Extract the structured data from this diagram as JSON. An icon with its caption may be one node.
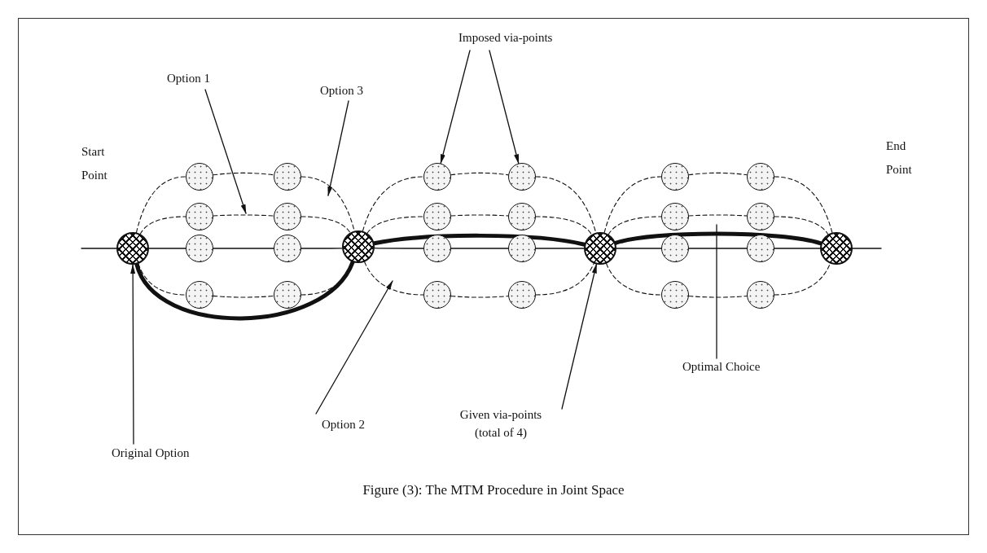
{
  "diagram": {
    "caption": "Figure (3): The MTM Procedure in Joint Space",
    "nodes": [
      {
        "text": [
          "Imposed via-points"
        ]
      },
      {
        "text": [
          "Option 1"
        ]
      },
      {
        "text": [
          "Option 3"
        ]
      },
      {
        "text": [],
        "shape": "circle"
      },
      {
        "text": [],
        "shape": "circle"
      },
      {
        "text": [],
        "shape": "circle"
      },
      {
        "text": [],
        "shape": "circle"
      },
      {
        "text": [],
        "shape": "circle"
      },
      {
        "text": [],
        "shape": "circle"
      },
      {
        "text": [],
        "shape": "circle"
      },
      {
        "text": [],
        "shape": "circle"
      },
      {
        "text": [],
        "shape": "circle"
      },
      {
        "text": [],
        "shape": "circle"
      },
      {
        "text": [],
        "shape": "circle"
      },
      {
        "text": [],
        "shape": "circle"
      },
      {
        "text": [],
        "shape": "circle"
      },
      {
        "text": [],
        "shape": "circle"
      },
      {
        "text": [],
        "shape": "circle"
      },
      {
        "text": [],
        "shape": "circle"
      },
      {
        "text": [],
        "shape": "circle"
      },
      {
        "text": [],
        "shape": "circle"
      },
      {
        "text": [],
        "shape": "circle"
      },
      {
        "text": [],
        "shape": "circle"
      },
      {
        "text": [],
        "shape": "circle"
      },
      {
        "text": [],
        "shape": "circle"
      },
      {
        "text": [],
        "shape": "circle"
      },
      {
        "text": [],
        "shape": "circle"
      },
      {
        "text": [],
        "shape": "circle"
      },
      {
        "text": [],
        "shape": "circle"
      },
      {
        "text": [],
        "shape": "circle"
      },
      {
        "text": [],
        "shape": "circle"
      },
      {
        "text": [
          "Original Option"
        ]
      },
      {
        "text": [
          "Option 2"
        ]
      },
      {
        "text": [
          "Given via-points (total of 4)"
        ]
      },
      {
        "text": [
          "Optimal Choice"
        ]
      }
    ],
    "edges": [
      {
        "from": 3,
        "to": 7,
        "arrow": "none",
        "style": "dashed"
      },
      {
        "from": 7,
        "to": 8,
        "arrow": "none",
        "style": "dashed"
      },
      {
        "from": 8,
        "to": 4,
        "arrow": "none",
        "style": "dashed"
      },
      {
        "from": 3,
        "to": 9,
        "arrow": "none",
        "style": "dashed"
      },
      {
        "from": 9,
        "to": 10,
        "arrow": "none",
        "style": "dashed"
      },
      {
        "from": 10,
        "to": 4,
        "arrow": "none",
        "style": "dashed"
      },
      {
        "from": 3,
        "to": 11,
        "arrow": "none"
      },
      {
        "from": 11,
        "to": 12,
        "arrow": "none"
      },
      {
        "from": 12,
        "to": 4,
        "arrow": "none"
      },
      {
        "from": 3,
        "to": 13,
        "arrow": "none",
        "style": "dashed"
      },
      {
        "from": 13,
        "to": 14,
        "arrow": "none",
        "style": "dashed"
      },
      {
        "from": 14,
        "to": 4,
        "arrow": "none",
        "style": "dashed"
      },
      {
        "from": 4,
        "to": 15,
        "arrow": "none",
        "style": "dashed"
      },
      {
        "from": 15,
        "to": 16,
        "arrow": "none",
        "style": "dashed"
      },
      {
        "from": 16,
        "to": 5,
        "arrow": "none",
        "style": "dashed"
      },
      {
        "from": 4,
        "to": 17,
        "arrow": "none",
        "style": "dashed"
      },
      {
        "from": 17,
        "to": 18,
        "arrow": "none",
        "style": "dashed"
      },
      {
        "from": 18,
        "to": 5,
        "arrow": "none",
        "style": "dashed"
      },
      {
        "from": 4,
        "to": 19,
        "arrow": "none"
      },
      {
        "from": 19,
        "to": 20,
        "arrow": "none"
      },
      {
        "from": 20,
        "to": 5,
        "arrow": "none"
      },
      {
        "from": 4,
        "to": 21,
        "arrow": "none",
        "style": "dashed"
      },
      {
        "from": 21,
        "to": 22,
        "arrow": "none",
        "style": "dashed"
      },
      {
        "from": 22,
        "to": 5,
        "arrow": "none",
        "style": "dashed"
      },
      {
        "from": 5,
        "to": 23,
        "arrow": "none",
        "style": "dashed"
      },
      {
        "from": 23,
        "to": 24,
        "arrow": "none",
        "style": "dashed"
      },
      {
        "from": 24,
        "to": 6,
        "arrow": "none",
        "style": "dashed"
      },
      {
        "from": 5,
        "to": 25,
        "arrow": "none",
        "style": "dashed"
      },
      {
        "from": 25,
        "to": 26,
        "arrow": "none",
        "style": "dashed"
      },
      {
        "from": 26,
        "to": 6,
        "arrow": "none",
        "style": "dashed"
      },
      {
        "from": 5,
        "to": 27,
        "arrow": "none"
      },
      {
        "from": 27,
        "to": 28,
        "arrow": "none"
      },
      {
        "from": 28,
        "to": 6,
        "arrow": "none"
      },
      {
        "from": 5,
        "to": 29,
        "arrow": "none",
        "style": "dashed"
      },
      {
        "from": 29,
        "to": 30,
        "arrow": "none",
        "style": "dashed"
      },
      {
        "from": 30,
        "to": 6,
        "arrow": "none",
        "style": "dashed"
      },
      {
        "from": 3,
        "to": 4,
        "arrow": "none",
        "style": "thick"
      },
      {
        "from": 4,
        "to": 5,
        "arrow": "none",
        "style": "thick"
      },
      {
        "from": 5,
        "to": 6,
        "arrow": "none",
        "style": "thick"
      },
      {
        "from": null,
        "to": 3,
        "arrow": "none"
      },
      {
        "from": 6,
        "to": null,
        "arrow": "none"
      },
      {
        "from": 0,
        "to": 15,
        "arrow": "to"
      },
      {
        "from": 0,
        "to": 16,
        "arrow": "to"
      },
      {
        "from": 1,
        "to": null,
        "arrow": "to"
      },
      {
        "from": 2,
        "to": null,
        "arrow": "to"
      },
      {
        "from": 31,
        "to": 3,
        "arrow": "to"
      },
      {
        "from": 32,
        "to": null,
        "arrow": "to"
      },
      {
        "from": 33,
        "to": 5,
        "arrow": "to"
      },
      {
        "from": 34,
        "to": null,
        "arrow": "none"
      }
    ],
    "labels": [
      "Start Point",
      "End Point"
    ]
  }
}
